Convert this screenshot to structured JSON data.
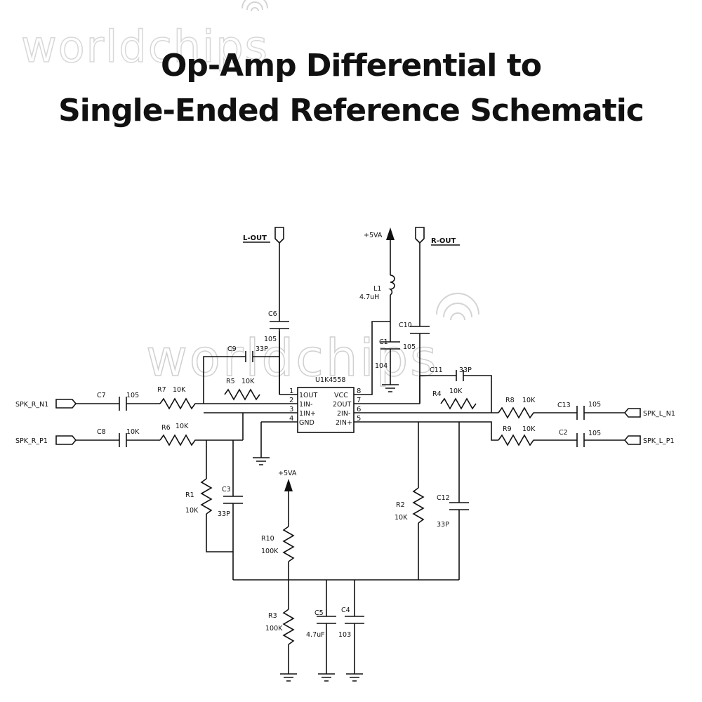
{
  "watermark": "worldchips",
  "title_line1": "Op-Amp Differential to",
  "title_line2": "Single-Ended Reference Schematic",
  "ic": {
    "ref": "U1",
    "part": "K4558",
    "pins_left": [
      {
        "num": "1",
        "name": "1OUT"
      },
      {
        "num": "2",
        "name": "1IN-"
      },
      {
        "num": "3",
        "name": "1IN+"
      },
      {
        "num": "4",
        "name": "GND"
      }
    ],
    "pins_right": [
      {
        "num": "8",
        "name": "VCC"
      },
      {
        "num": "7",
        "name": "2OUT"
      },
      {
        "num": "6",
        "name": "2IN-"
      },
      {
        "num": "5",
        "name": "2IN+"
      }
    ]
  },
  "ports": {
    "l_out": "L-OUT",
    "r_out": "R-OUT",
    "spk_r_n1": "SPK_R_N1",
    "spk_r_p1": "SPK_R_P1",
    "spk_l_n1": "SPK_L_N1",
    "spk_l_p1": "SPK_L_P1"
  },
  "power": {
    "top": "+5VA",
    "mid": "+5VA"
  },
  "components": {
    "L1": {
      "ref": "L1",
      "value": "4.7uH"
    },
    "C1": {
      "ref": "C1",
      "value": "105",
      "value2": "104"
    },
    "C2": {
      "ref": "C2",
      "value": "105"
    },
    "C3": {
      "ref": "C3",
      "value": "33P"
    },
    "C4": {
      "ref": "C4",
      "value": "103"
    },
    "C5": {
      "ref": "C5",
      "value": "4.7uF"
    },
    "C6": {
      "ref": "C6",
      "value": "105"
    },
    "C7": {
      "ref": "C7",
      "value": "105"
    },
    "C8": {
      "ref": "C8",
      "value": "10K"
    },
    "C9": {
      "ref": "C9",
      "value": "33P"
    },
    "C10": {
      "ref": "C10",
      "value": "105"
    },
    "C11": {
      "ref": "C11",
      "value": "33P"
    },
    "C12": {
      "ref": "C12",
      "value": "33P"
    },
    "C13": {
      "ref": "C13",
      "value": "105"
    },
    "R1": {
      "ref": "R1",
      "value": "10K"
    },
    "R2": {
      "ref": "R2",
      "value": "10K"
    },
    "R3": {
      "ref": "R3",
      "value": "100K"
    },
    "R4": {
      "ref": "R4",
      "value": "10K"
    },
    "R5": {
      "ref": "R5",
      "value": "10K"
    },
    "R6": {
      "ref": "R6",
      "value": "10K"
    },
    "R7": {
      "ref": "R7",
      "value": "10K"
    },
    "R8": {
      "ref": "R8",
      "value": "10K"
    },
    "R9": {
      "ref": "R9",
      "value": "10K"
    },
    "R10": {
      "ref": "R10",
      "value": "100K"
    }
  }
}
